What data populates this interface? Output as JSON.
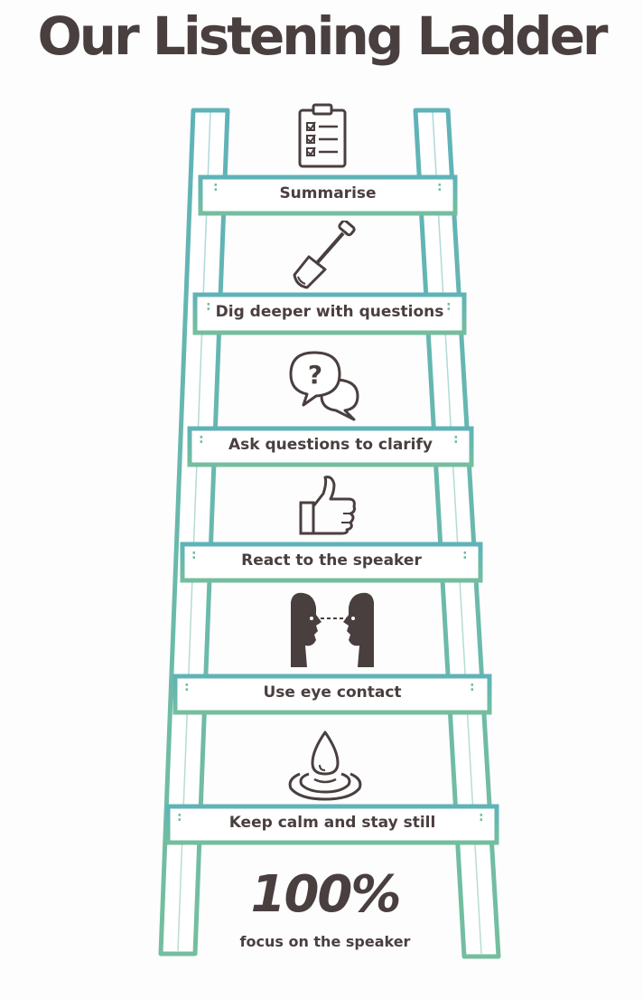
{
  "title": "Our Listening Ladder",
  "colors": {
    "text": "#4a3f3f",
    "ladder_top": "#5fb3b8",
    "ladder_bottom": "#74be9f",
    "rung_fill": "#ffffff"
  },
  "rungs": [
    {
      "label": "Summarise",
      "icon": "clipboard-checklist-icon"
    },
    {
      "label": "Dig deeper with questions",
      "icon": "shovel-icon"
    },
    {
      "label": "Ask questions to clarify",
      "icon": "question-speech-bubbles-icon"
    },
    {
      "label": "React to the speaker",
      "icon": "thumbs-up-icon"
    },
    {
      "label": "Use eye contact",
      "icon": "faces-eye-contact-icon"
    },
    {
      "label": "Keep calm and stay still",
      "icon": "water-drop-ripple-icon"
    }
  ],
  "base": {
    "percent": "100%",
    "caption": "focus on the speaker"
  }
}
